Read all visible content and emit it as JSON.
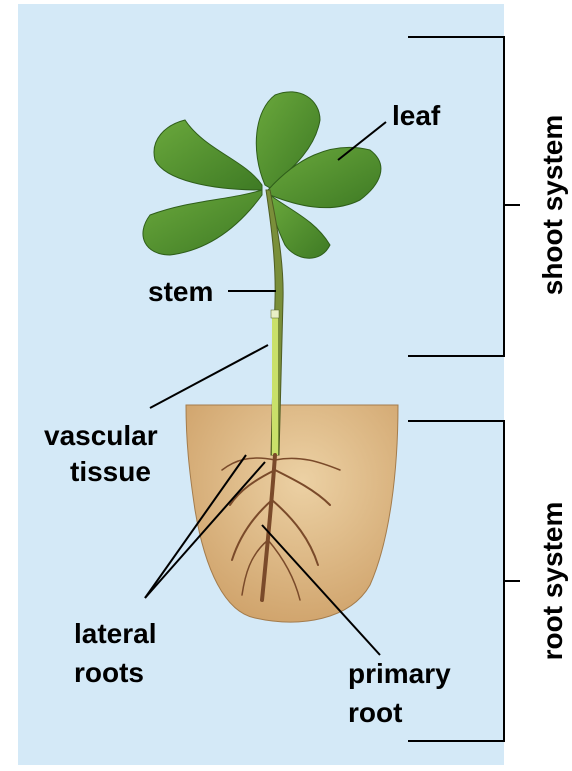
{
  "labels": {
    "leaf": "leaf",
    "stem": "stem",
    "vascular_line1": "vascular",
    "vascular_line2": "tissue",
    "lateral_line1": "lateral",
    "lateral_line2": "roots",
    "primary_line1": "primary",
    "primary_line2": "root"
  },
  "systems": {
    "shoot": "shoot system",
    "root": "root system"
  },
  "colors": {
    "background": "#d4e9f7",
    "soil": "#e4c08e",
    "leaf": "#4c8a2e",
    "stem": "#7a8f3a",
    "root": "#7a4a2a"
  }
}
